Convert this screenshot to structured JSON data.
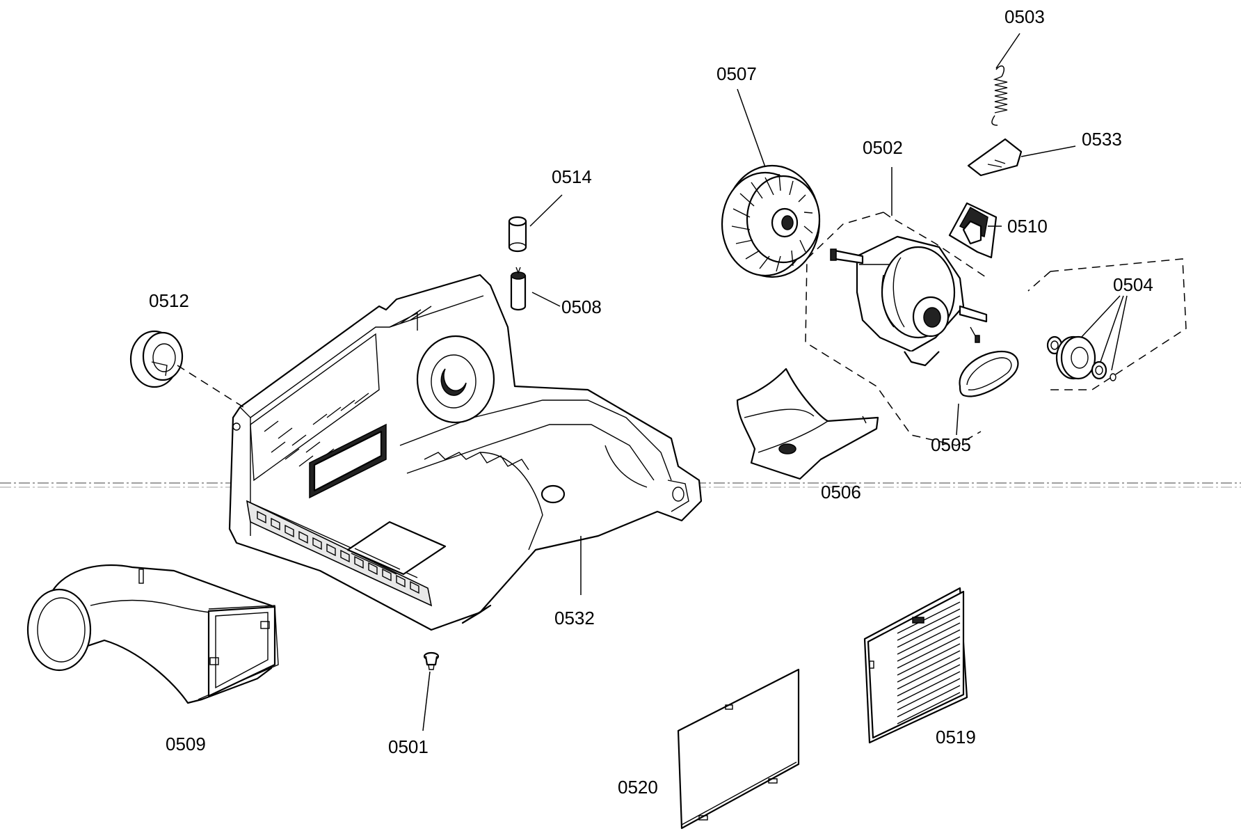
{
  "labels": {
    "p0501": "0501",
    "p0502": "0502",
    "p0503": "0503",
    "p0504": "0504",
    "p0505": "0505",
    "p0506": "0506",
    "p0507": "0507",
    "p0508": "0508",
    "p0509": "0509",
    "p0510": "0510",
    "p0512": "0512",
    "p0514": "0514",
    "p0519": "0519",
    "p0520": "0520",
    "p0532": "0532",
    "p0533": "0533"
  }
}
